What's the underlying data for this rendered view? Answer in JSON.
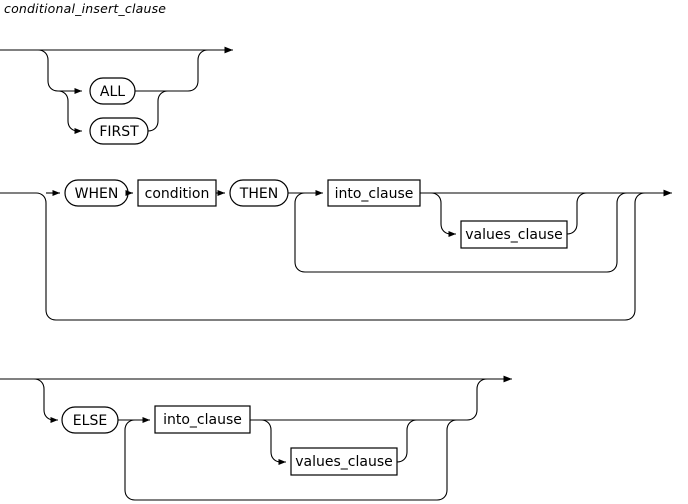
{
  "diagram": {
    "title": "conditional_insert_clause",
    "type": "railroad-syntax-diagram",
    "line_color": "#000000",
    "background_color": "#ffffff",
    "rows": [
      {
        "name": "all-first-row",
        "alternatives": [
          {
            "label": "",
            "kind": "bypass"
          },
          {
            "label": "ALL",
            "kind": "terminal"
          },
          {
            "label": "FIRST",
            "kind": "terminal"
          }
        ]
      },
      {
        "name": "when-then-row",
        "items": [
          {
            "label": "WHEN",
            "kind": "terminal"
          },
          {
            "label": "condition",
            "kind": "nonterminal"
          },
          {
            "label": "THEN",
            "kind": "terminal"
          },
          {
            "label": "into_clause",
            "kind": "nonterminal"
          },
          {
            "label": "values_clause",
            "kind": "nonterminal"
          }
        ]
      },
      {
        "name": "else-row",
        "items": [
          {
            "label": "ELSE",
            "kind": "terminal"
          },
          {
            "label": "into_clause",
            "kind": "nonterminal"
          },
          {
            "label": "values_clause",
            "kind": "nonterminal"
          }
        ]
      }
    ],
    "labels": {
      "all": "ALL",
      "first": "FIRST",
      "when": "WHEN",
      "condition": "condition",
      "then": "THEN",
      "into_clause_1": "into_clause",
      "values_clause_1": "values_clause",
      "else": "ELSE",
      "into_clause_2": "into_clause",
      "values_clause_2": "values_clause"
    }
  }
}
